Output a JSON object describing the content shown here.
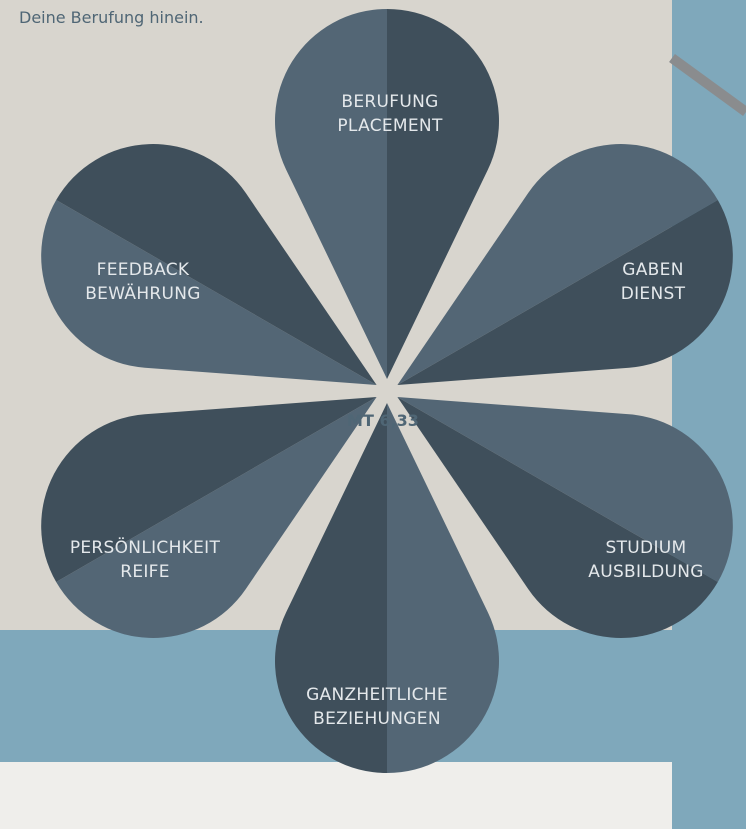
{
  "intro_text": "Deine Berufung hinein.",
  "center_label": "MT 6,33",
  "colors": {
    "petal_light": "#536675",
    "petal_dark": "#3f4f5b",
    "label_text": "#e4e8eb",
    "center_text": "#4f6675",
    "bg_beige": "#d8d5ce",
    "bg_blue": "#7fa8bb",
    "bg_offwhite": "#efeeeb"
  },
  "petals": [
    {
      "id": "berufung",
      "line1": "BERUFUNG",
      "line2": "PLACEMENT",
      "angle_deg": 0
    },
    {
      "id": "gaben",
      "line1": "GABEN",
      "line2": "DIENST",
      "angle_deg": 60
    },
    {
      "id": "studium",
      "line1": "STUDIUM",
      "line2": "AUSBILDUNG",
      "angle_deg": 120
    },
    {
      "id": "beziehungen",
      "line1": "GANZHEITLICHE",
      "line2": "BEZIEHUNGEN",
      "angle_deg": 180
    },
    {
      "id": "persoenlichkeit",
      "line1": "PERSÖNLICHKEIT",
      "line2": "REIFE",
      "angle_deg": 240
    },
    {
      "id": "feedback",
      "line1": "FEEDBACK",
      "line2": "BEWÄHRUNG",
      "angle_deg": 300
    }
  ]
}
